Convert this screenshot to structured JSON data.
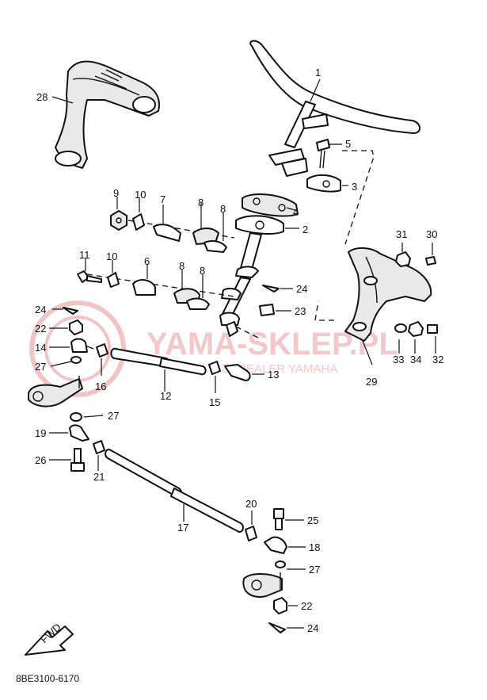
{
  "diagram": {
    "footer_code": "8BE3100-6170",
    "fwd_label": "FWD",
    "watermark": {
      "brand": "YAMA-SKLEP.PL",
      "tagline": "W...ICZ | DEALER YAMAHA",
      "color": "#e8a0a0"
    },
    "callouts": [
      "1",
      "2",
      "3",
      "4",
      "5",
      "6",
      "7",
      "8",
      "8",
      "8",
      "8",
      "9",
      "10",
      "10",
      "11",
      "12",
      "13",
      "14",
      "15",
      "16",
      "17",
      "18",
      "19",
      "20",
      "21",
      "22",
      "22",
      "23",
      "24",
      "24",
      "24",
      "25",
      "26",
      "27",
      "27",
      "27",
      "28",
      "29",
      "30",
      "31",
      "32",
      "33",
      "34"
    ]
  }
}
